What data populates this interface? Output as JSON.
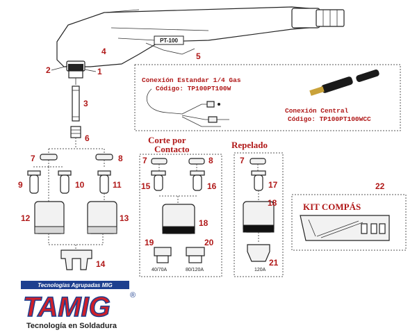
{
  "torch": {
    "model_label": "PT-100"
  },
  "part_numbers": [
    "1",
    "2",
    "3",
    "4",
    "5",
    "6",
    "7",
    "8",
    "9",
    "10",
    "11",
    "12",
    "13",
    "14",
    "15",
    "16",
    "17",
    "18",
    "19",
    "20",
    "21",
    "22"
  ],
  "conexion_estandar": {
    "title": "Conexión Estandar 1/4 Gas",
    "code": "Código: TP100PT100W"
  },
  "conexion_central": {
    "title": "Conexión Central",
    "code": "Código: TP100PT100WCC"
  },
  "corte_contacto": {
    "title_line1": "Corte por",
    "title_line2": "Contacto"
  },
  "repelado": {
    "title": "Repelado"
  },
  "kit_compas": {
    "title": "KIT COMPÁS"
  },
  "nozzle_labels": {
    "n19": "40/70A",
    "n20": "80/120A",
    "n21": "120A"
  },
  "logo": {
    "banner": "Tecnologías Agrupadas MIG",
    "brand": "TAMIG",
    "registered": "®",
    "tagline": "Tecnología en Soldadura"
  },
  "colors": {
    "accent": "#b01818",
    "logo_blue": "#1d3f8f",
    "logo_red": "#d0202a"
  }
}
